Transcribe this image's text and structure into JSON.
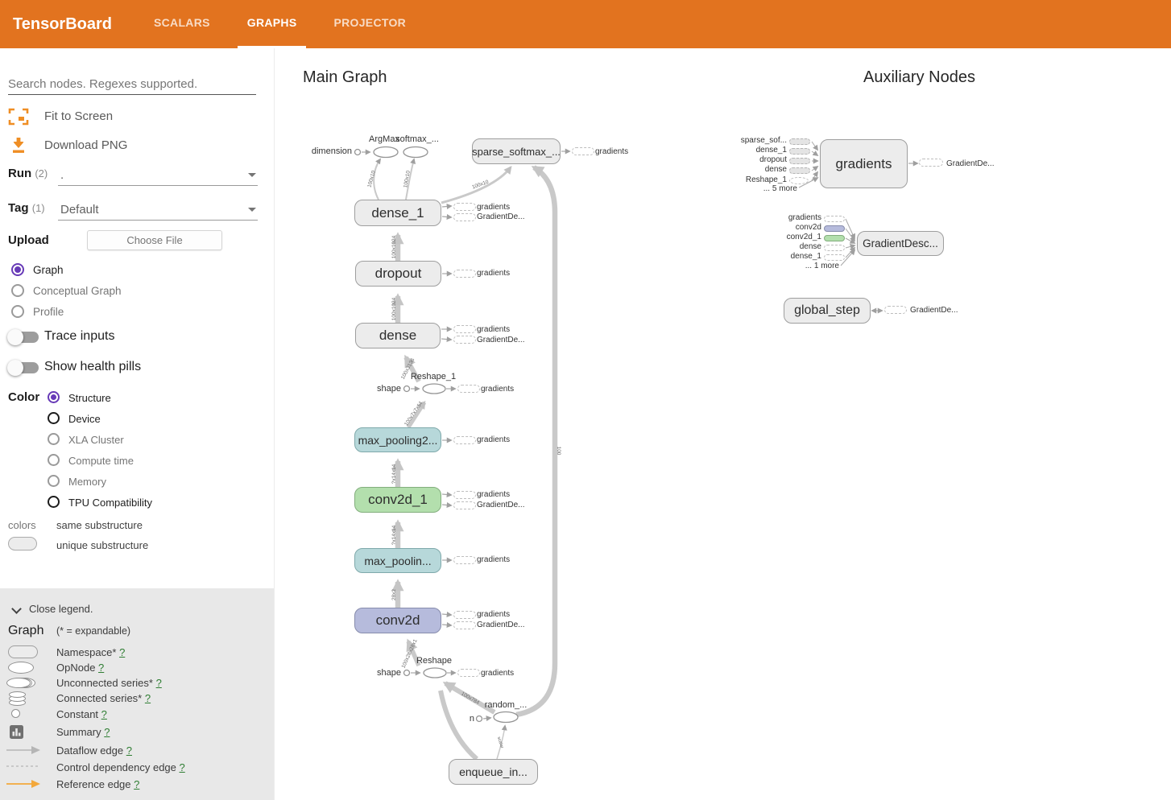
{
  "header": {
    "title": "TensorBoard",
    "tabs": [
      {
        "label": "SCALARS",
        "active": false
      },
      {
        "label": "GRAPHS",
        "active": true
      },
      {
        "label": "PROJECTOR",
        "active": false
      }
    ]
  },
  "sidebar": {
    "search_placeholder": "Search nodes. Regexes supported.",
    "fit_to_screen": "Fit to Screen",
    "download_png": "Download PNG",
    "run_label": "Run",
    "run_count": "(2)",
    "run_value": ".",
    "tag_label": "Tag",
    "tag_count": "(1)",
    "tag_value": "Default",
    "upload_label": "Upload",
    "choose_file": "Choose File",
    "graph_type_options": [
      {
        "label": "Graph",
        "selected": true
      },
      {
        "label": "Conceptual Graph",
        "selected": false
      },
      {
        "label": "Profile",
        "selected": false
      }
    ],
    "trace_inputs": "Trace inputs",
    "show_health_pills": "Show health pills",
    "color_label": "Color",
    "color_options": [
      {
        "label": "Structure",
        "state": "selected"
      },
      {
        "label": "Device",
        "state": "enabled"
      },
      {
        "label": "XLA Cluster",
        "state": "disabled"
      },
      {
        "label": "Compute time",
        "state": "disabled"
      },
      {
        "label": "Memory",
        "state": "disabled"
      },
      {
        "label": "TPU Compatibility",
        "state": "enabled"
      }
    ],
    "colors_caption": "colors",
    "same_substructure": "same substructure",
    "unique_substructure": "unique substructure"
  },
  "legend": {
    "close": "Close legend.",
    "title": "Graph",
    "expandable_note": "(* = expandable)",
    "items": [
      {
        "icon": "namespace-icon",
        "label": "Namespace*",
        "help": "?"
      },
      {
        "icon": "opnode-icon",
        "label": "OpNode",
        "help": "?"
      },
      {
        "icon": "unconnected-series-icon",
        "label": "Unconnected series*",
        "help": "?"
      },
      {
        "icon": "connected-series-icon",
        "label": "Connected series*",
        "help": "?"
      },
      {
        "icon": "constant-icon",
        "label": "Constant",
        "help": "?"
      },
      {
        "icon": "summary-icon",
        "label": "Summary",
        "help": "?"
      },
      {
        "icon": "dataflow-edge-icon",
        "label": "Dataflow edge",
        "help": "?"
      },
      {
        "icon": "control-dep-edge-icon",
        "label": "Control dependency edge",
        "help": "?"
      },
      {
        "icon": "reference-edge-icon",
        "label": "Reference edge",
        "help": "?"
      }
    ]
  },
  "main": {
    "title": "Main Graph",
    "aux_title": "Auxiliary Nodes"
  },
  "graph": {
    "nodes": {
      "sparse_softmax": "sparse_softmax_...",
      "dense_1": "dense_1",
      "dropout": "dropout",
      "dense": "dense",
      "max_pooling2": "max_pooling2...",
      "conv2d_1": "conv2d_1",
      "max_pooling": "max_poolin...",
      "conv2d": "conv2d",
      "enqueue": "enqueue_in...",
      "argmax": "ArgMax",
      "softmax": "softmax_...",
      "reshape_1": "Reshape_1",
      "reshape": "Reshape",
      "random": "random_...",
      "dimension": "dimension",
      "shape1": "shape",
      "shape2": "shape",
      "n": "n"
    },
    "pill_labels": {
      "gradients": "gradients",
      "gradient_descent": "GradientDe..."
    },
    "edge_labels": {
      "e_dropout_dense1": "100x1024",
      "e_dense_dropout": "100x1024",
      "e_reshape1_dense": "100x3136",
      "e_pool2_reshape1": "100x7x7x64",
      "e_conv1_pool2": "?x14x14",
      "e_pool_conv1": "?x14x14",
      "e_conv_pool": "28x2",
      "e_reshape_conv": "100x28x28x1",
      "e_random_reshape": "100x784",
      "e_enqueue_random": "scalar",
      "e_loop": "100",
      "e_dense1_argmax": "100x10",
      "e_dense1_softmax": "100x10",
      "e_dense1_sparse": "100x10"
    },
    "aux": {
      "gradients_label": "gradients",
      "gradients_inputs": [
        "sparse_sof...",
        "dense_1",
        "dropout",
        "dense",
        "Reshape_1"
      ],
      "gradients_more": "... 5 more",
      "gradients_output": "GradientDe...",
      "gd_label": "GradientDesc...",
      "gd_inputs": [
        {
          "label": "gradients",
          "style": "dashed"
        },
        {
          "label": "conv2d",
          "style": "purple"
        },
        {
          "label": "conv2d_1",
          "style": "green"
        },
        {
          "label": "dense",
          "style": "dashed"
        },
        {
          "label": "dense_1",
          "style": "dashed"
        }
      ],
      "gd_more": "... 1 more",
      "global_step_label": "global_step",
      "global_step_output": "GradientDe..."
    },
    "palette": {
      "gray": "#ececec",
      "teal": "#b7d8da",
      "green": "#b3dfad",
      "purple": "#b6bbdc",
      "header_orange": "#e2731f"
    }
  }
}
